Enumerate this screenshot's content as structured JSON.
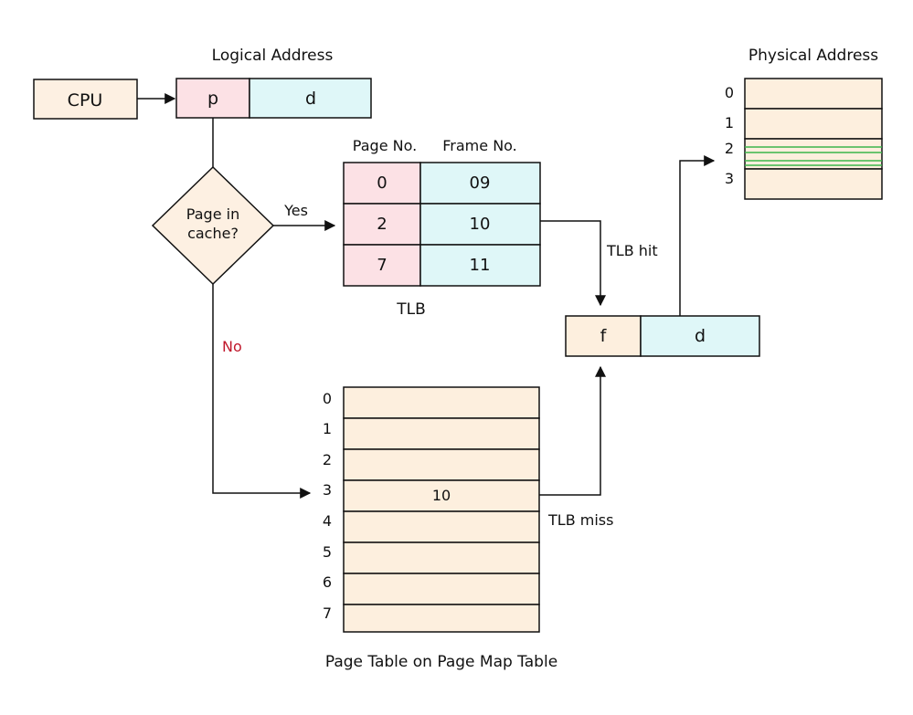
{
  "cpu": {
    "label": "CPU"
  },
  "logical_address": {
    "title": "Logical Address",
    "page_part": "p",
    "offset_part": "d"
  },
  "decision": {
    "line1": "Page in",
    "line2": "cache?",
    "yes_label": "Yes",
    "no_label": "No"
  },
  "tlb": {
    "title": "TLB",
    "page_header": "Page No.",
    "frame_header": "Frame No.",
    "rows": [
      {
        "page": "0",
        "frame": "09"
      },
      {
        "page": "2",
        "frame": "10"
      },
      {
        "page": "7",
        "frame": "11"
      }
    ],
    "hit_label": "TLB hit"
  },
  "physical_address_register": {
    "frame_part": "f",
    "offset_part": "d"
  },
  "physical_memory": {
    "title": "Physical Address",
    "frames": [
      "0",
      "1",
      "2",
      "3"
    ]
  },
  "page_table": {
    "title": "Page Table on Page Map Table",
    "indices": [
      "0",
      "1",
      "2",
      "3",
      "4",
      "5",
      "6",
      "7"
    ],
    "entry_value": "10",
    "miss_label": "TLB miss"
  },
  "colors": {
    "cpu_fill": "#fdf0e2",
    "page_fill": "#fce1e5",
    "offset_fill": "#dff7f8",
    "table_fill": "#fdefde",
    "highlight_line": "#3bb54a",
    "no_text": "#c0172b"
  }
}
